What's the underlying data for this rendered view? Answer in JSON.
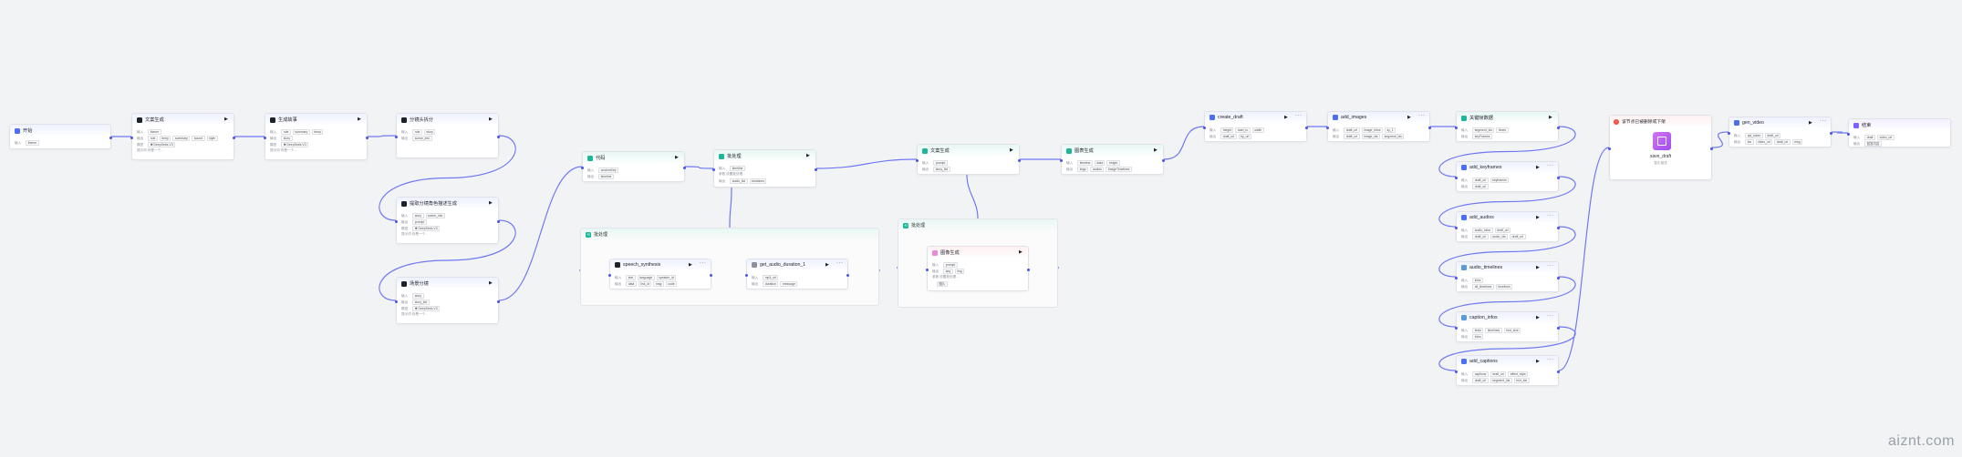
{
  "labels": {
    "input": "输入",
    "output": "输出",
    "param": "参数",
    "prompt_label": "提示词",
    "model": "DeepSeek-V3"
  },
  "nodes": {
    "start": {
      "title": "开始",
      "inputs": [
        "theme"
      ]
    },
    "topic": {
      "title": "文案生成",
      "inputs": [
        "theme"
      ],
      "outputs": [
        "role",
        "temp",
        "summary",
        "sound",
        "style"
      ],
      "model": "DeepSeek-V3",
      "prompt": "你是一个..."
    },
    "image_prompt": {
      "title": "生成故事",
      "inputs": [
        "role",
        "summary",
        "temp"
      ],
      "outputs": [
        "story"
      ],
      "model": "DeepSeek-V3",
      "prompt": "你是一个..."
    },
    "storyboard": {
      "title": "分镜头拆分",
      "inputs": [
        "role",
        "story"
      ],
      "outputs": [
        "scene_info"
      ]
    },
    "storyboard_desc": {
      "title": "提取分镜角色描述生成",
      "inputs": [
        "story",
        "scene_info"
      ],
      "outputs": [
        "prompt"
      ],
      "model": "DeepSeek-V3",
      "prompt": "你是一个..."
    },
    "scene_gen": {
      "title": "场景分镜",
      "inputs": [
        "story"
      ],
      "outputs": [
        "story_list"
      ],
      "model": "DeepSeek-V3",
      "prompt": "你是一个..."
    },
    "code": {
      "title": "代码",
      "inputs": [
        "customKey"
      ],
      "outputs": [
        "timeline"
      ]
    },
    "batch1": {
      "title": "批处理",
      "inputs": [
        "timeline"
      ],
      "outputs": [
        "audio_list",
        "durations"
      ],
      "prompt": "设置批处理..."
    },
    "code2": {
      "title": "文案生成",
      "inputs": [
        "prompt"
      ],
      "outputs": [
        "story_list"
      ]
    },
    "batch2": {
      "title": "图像生成",
      "inputs": [
        "prompt"
      ],
      "outputs": [
        "seq",
        "img"
      ],
      "extra": "图片",
      "prompt": "设置批处理..."
    },
    "merge": {
      "title": "图表生成",
      "inputs": [
        "timeline",
        "data",
        "height"
      ],
      "outputs": [
        "imgs",
        "audios",
        "imageTimelines"
      ]
    },
    "create_draft": {
      "title": "create_draft",
      "inputs": [
        "height",
        "start_to",
        "width"
      ],
      "outputs": [
        "draft_url",
        "tip_url"
      ]
    },
    "add_images": {
      "title": "add_images",
      "inputs": [
        "draft_url",
        "image_infos",
        "sy_1"
      ],
      "outputs": [
        "draft_url",
        "image_ids",
        "segment_ids"
      ]
    },
    "keyframe_data": {
      "title": "关键帧数据",
      "inputs": [
        "segment_ids",
        "times"
      ],
      "outputs": [
        "keyFrames"
      ]
    },
    "add_keyframes": {
      "title": "add_keyframes",
      "inputs": [
        "draft_url",
        "keyframes"
      ],
      "outputs": [
        "draft_url"
      ]
    },
    "add_audios": {
      "title": "add_audios",
      "inputs": [
        "audio_infos",
        "draft_url"
      ],
      "outputs": [
        "draft_url",
        "audio_ids",
        "draft_url"
      ]
    },
    "audio_timelines": {
      "title": "audio_timelines",
      "inputs": [
        "links"
      ],
      "outputs": [
        "all_timelines",
        "timelines"
      ]
    },
    "caption_infos": {
      "title": "caption_infos",
      "inputs": [
        "texts",
        "timelines",
        "font_size"
      ],
      "outputs": [
        "infos"
      ]
    },
    "add_captions": {
      "title": "add_captions",
      "inputs": [
        "captions",
        "draft_url",
        "effect_style"
      ],
      "outputs": [
        "draft_url",
        "segment_ids",
        "text_ids"
      ]
    },
    "save_draft": {
      "title": "save_draft",
      "warning": "该节点已被删除或下架",
      "caption": "暂无描述"
    },
    "gen_video": {
      "title": "gen_video",
      "inputs": [
        "api_token",
        "draft_url"
      ],
      "outputs": [
        "ids",
        "video_url",
        "draft_url",
        "msg"
      ]
    },
    "end": {
      "title": "结束",
      "inputs": [
        "draft",
        "video_url"
      ],
      "outputs": [
        "回答内容"
      ]
    }
  },
  "groups": {
    "batch_group_1": {
      "title": "批处理",
      "children": [
        {
          "key": "speech",
          "title": "speech_synthesis",
          "inputs": [
            "text",
            "language",
            "speaker_id"
          ],
          "outputs": [
            "data",
            "link_id",
            "msg",
            "code"
          ]
        },
        {
          "key": "dur",
          "title": "get_audio_duration_1",
          "inputs": [
            "mp3_url"
          ],
          "outputs": [
            "duration",
            "message"
          ]
        }
      ]
    },
    "batch_group_2": {
      "title": "批处理"
    }
  },
  "watermark": "aiznt.com",
  "colors": {
    "accent": "#4d53e8",
    "wire": "#6f79f2",
    "canvas": "#f2f3f5"
  }
}
